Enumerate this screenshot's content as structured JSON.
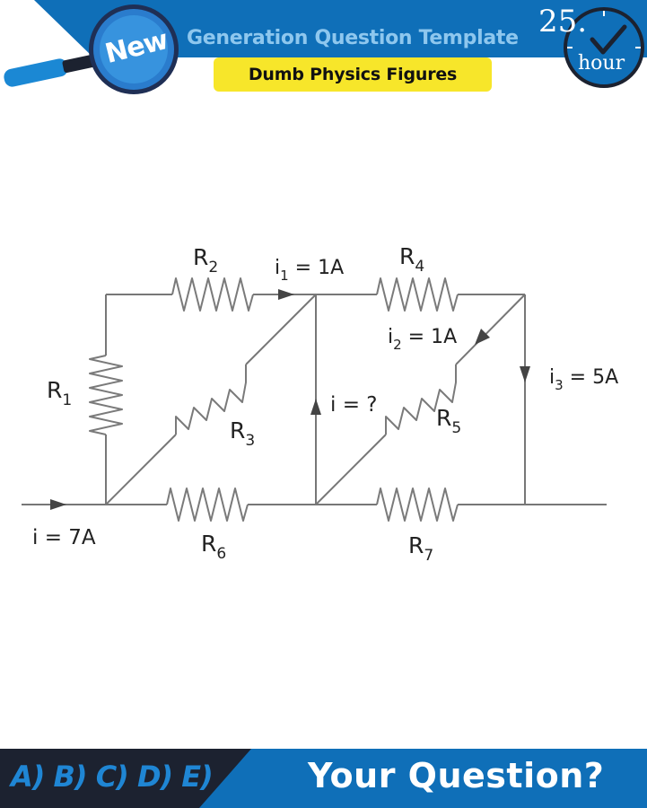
{
  "header": {
    "title": "Generation Question Template",
    "subtitle": "Dumb Physics Figures",
    "badge": "New",
    "clock_number": "25.",
    "clock_unit": "hour",
    "colors": {
      "banner": "#0f6fb8",
      "title": "#8ec7ee",
      "badge": "#f7e62a"
    }
  },
  "circuit": {
    "resistors": [
      {
        "id": "R1",
        "sub": "1"
      },
      {
        "id": "R2",
        "sub": "2"
      },
      {
        "id": "R3",
        "sub": "3"
      },
      {
        "id": "R4",
        "sub": "4"
      },
      {
        "id": "R5",
        "sub": "5"
      },
      {
        "id": "R6",
        "sub": "6"
      },
      {
        "id": "R7",
        "sub": "7"
      }
    ],
    "currents": {
      "input": "i = 7A",
      "i1_sub": "1",
      "i1_value": " = 1A",
      "i2_sub": "2",
      "i2_value": " = 1A",
      "i3_sub": "3",
      "i3_value": " = 5A",
      "unknown": "i = ?"
    },
    "letters": {
      "resistor": "R",
      "current": "i"
    }
  },
  "footer": {
    "options": "A) B) C) D) E)",
    "question": "Your Question?"
  }
}
